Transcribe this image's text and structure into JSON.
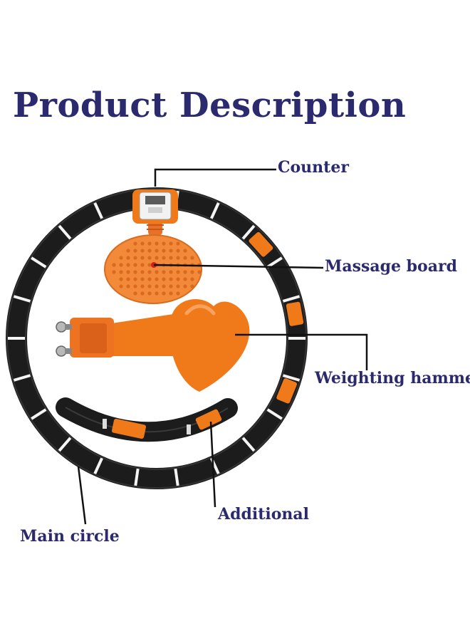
{
  "title": "Product Description",
  "labels": {
    "counter": "Counter",
    "massage_board": "Massage board",
    "weighting_hammer": "Weighting hammer",
    "additional": "Additional",
    "main_circle": "Main circle"
  },
  "colors": {
    "title": "#2b2a6e",
    "ring": "#1c1c1c",
    "accent_orange": "#f07a1a",
    "leader_line": "#111111"
  }
}
